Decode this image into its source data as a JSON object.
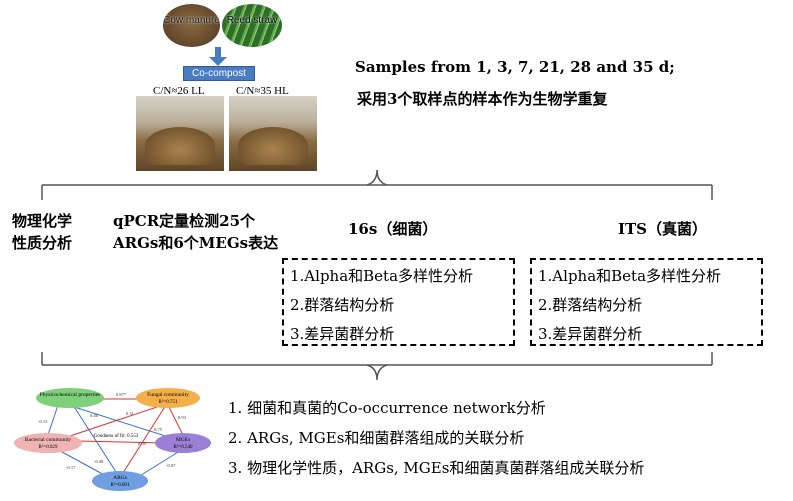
{
  "inputs": {
    "cow_label": "Cow manure",
    "reed_label": "Reed straw",
    "cocompost_label": "Co-compost",
    "pile_ll_label": "C/N≈26 LL",
    "pile_hl_label": "C/N≈35  HL"
  },
  "samples_text": "Samples from 1, 3, 7, 21, 28 and 35 d;",
  "replicate_text": "采用3个取样点的样本作为生物学重复",
  "categories": {
    "physchem": [
      "物理化学",
      "性质分析"
    ],
    "qpcr": [
      "qPCR定量检测25个",
      "ARGs和6个MEGs表达"
    ],
    "bacteria": "16s（细菌）",
    "fungi": "ITS（真菌）"
  },
  "bacteria_analyses": [
    "1.Alpha和Beta多样性分析",
    "2.群落结构分析",
    "3.差异菌群分析"
  ],
  "fungi_analyses": [
    "1.Alpha和Beta多样性分析",
    "2.群落结构分析",
    "3.差异菌群分析"
  ],
  "network": {
    "nodes": {
      "physchem": "Physicochemical properties",
      "fungal": "Fungal community",
      "fungal_r2": "R²=0.751",
      "bacterial": "Bacterial community",
      "bacterial_r2": "R²=0.829",
      "mges": "MGEs",
      "mges_r2": "R²=0.540",
      "args": "ARGs",
      "args_r2": "R²=0.801"
    },
    "gof": "Goodness of fit: 0.553",
    "edges": [
      "0.87*",
      "-0.13",
      "0.31",
      "0.93",
      "0.50",
      "0.46",
      "-0.48",
      "-0.17",
      "0.75",
      "-0.07"
    ]
  },
  "integrated_analyses": [
    "1. 细菌和真菌的Co-occurrence network分析",
    "2. ARGs, MGEs和细菌群落组成的关联分析",
    "3. 物理化学性质，ARGs, MGEs和细菌真菌群落组成关联分析"
  ],
  "colors": {
    "physchem_node": "#7fd07a",
    "fungal_node": "#f3b04a",
    "bacterial_node": "#eeb4b4",
    "mges_node": "#9b7fd6",
    "args_node": "#6f9fe0",
    "cocompost_fill": "#4a7cc1"
  }
}
